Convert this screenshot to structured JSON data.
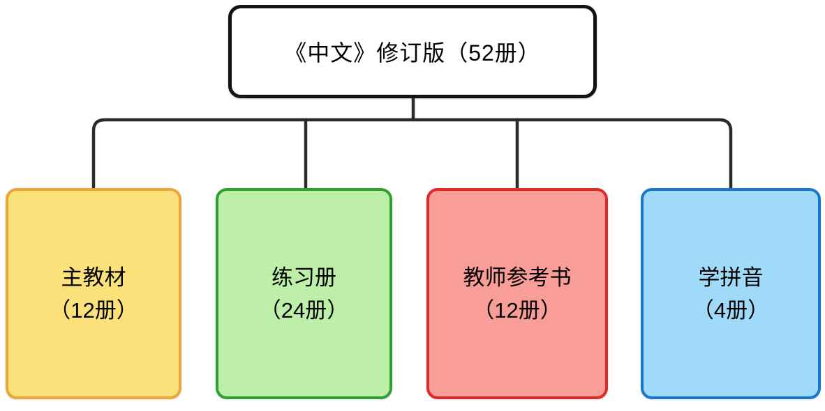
{
  "diagram": {
    "type": "tree",
    "root": {
      "label": "《中文》修订版（52册）"
    },
    "children": [
      {
        "title": "主教材",
        "count": "（12册）",
        "fill": "#FBE179",
        "border": "#E9A63C"
      },
      {
        "title": "练习册",
        "count": "（24册）",
        "fill": "#BEEFA9",
        "border": "#2FA032"
      },
      {
        "title": "教师参考书",
        "count": "（12册）",
        "fill": "#F89D97",
        "border": "#DE2B28"
      },
      {
        "title": "学拼音",
        "count": "（4册）",
        "fill": "#9FDBF8",
        "border": "#1A78C8"
      }
    ],
    "colors": {
      "connector": "#2A2A2A",
      "root_fill": "#FFFFFF",
      "root_border": "#121212",
      "text": "#000000",
      "background": "#FFFFFF"
    }
  }
}
